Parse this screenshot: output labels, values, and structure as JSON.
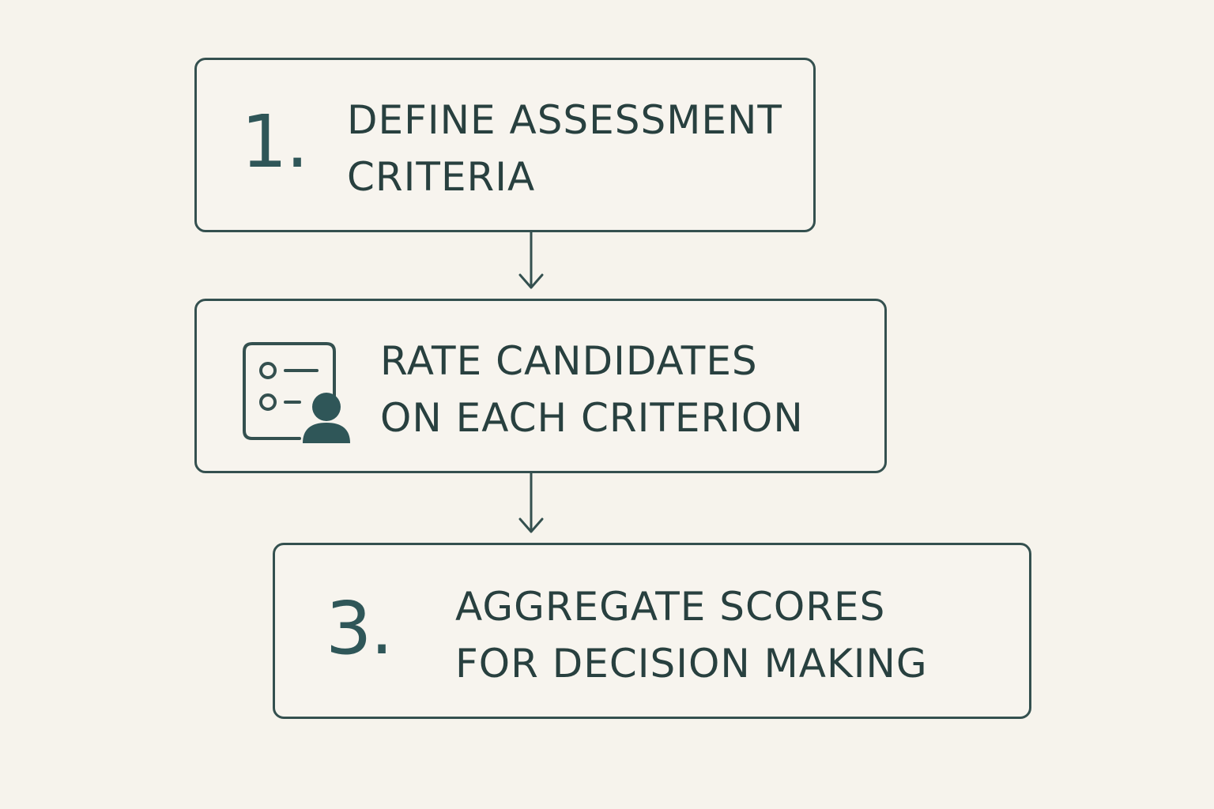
{
  "steps": [
    {
      "number": "1.",
      "lines": [
        "DEFINE ASSESSMENT",
        "CRITERIA"
      ]
    },
    {
      "icon": "candidate-rating-form-icon",
      "lines": [
        "RATE CANDIDATES",
        "ON EACH CRITERION"
      ]
    },
    {
      "number": "3.",
      "lines": [
        "AGGREGATE SCORES",
        "FOR DECISION MAKING"
      ]
    }
  ],
  "colors": {
    "background": "#f6f3ec",
    "stroke": "#34504f",
    "text": "#28403f",
    "accent": "#2f5658"
  }
}
